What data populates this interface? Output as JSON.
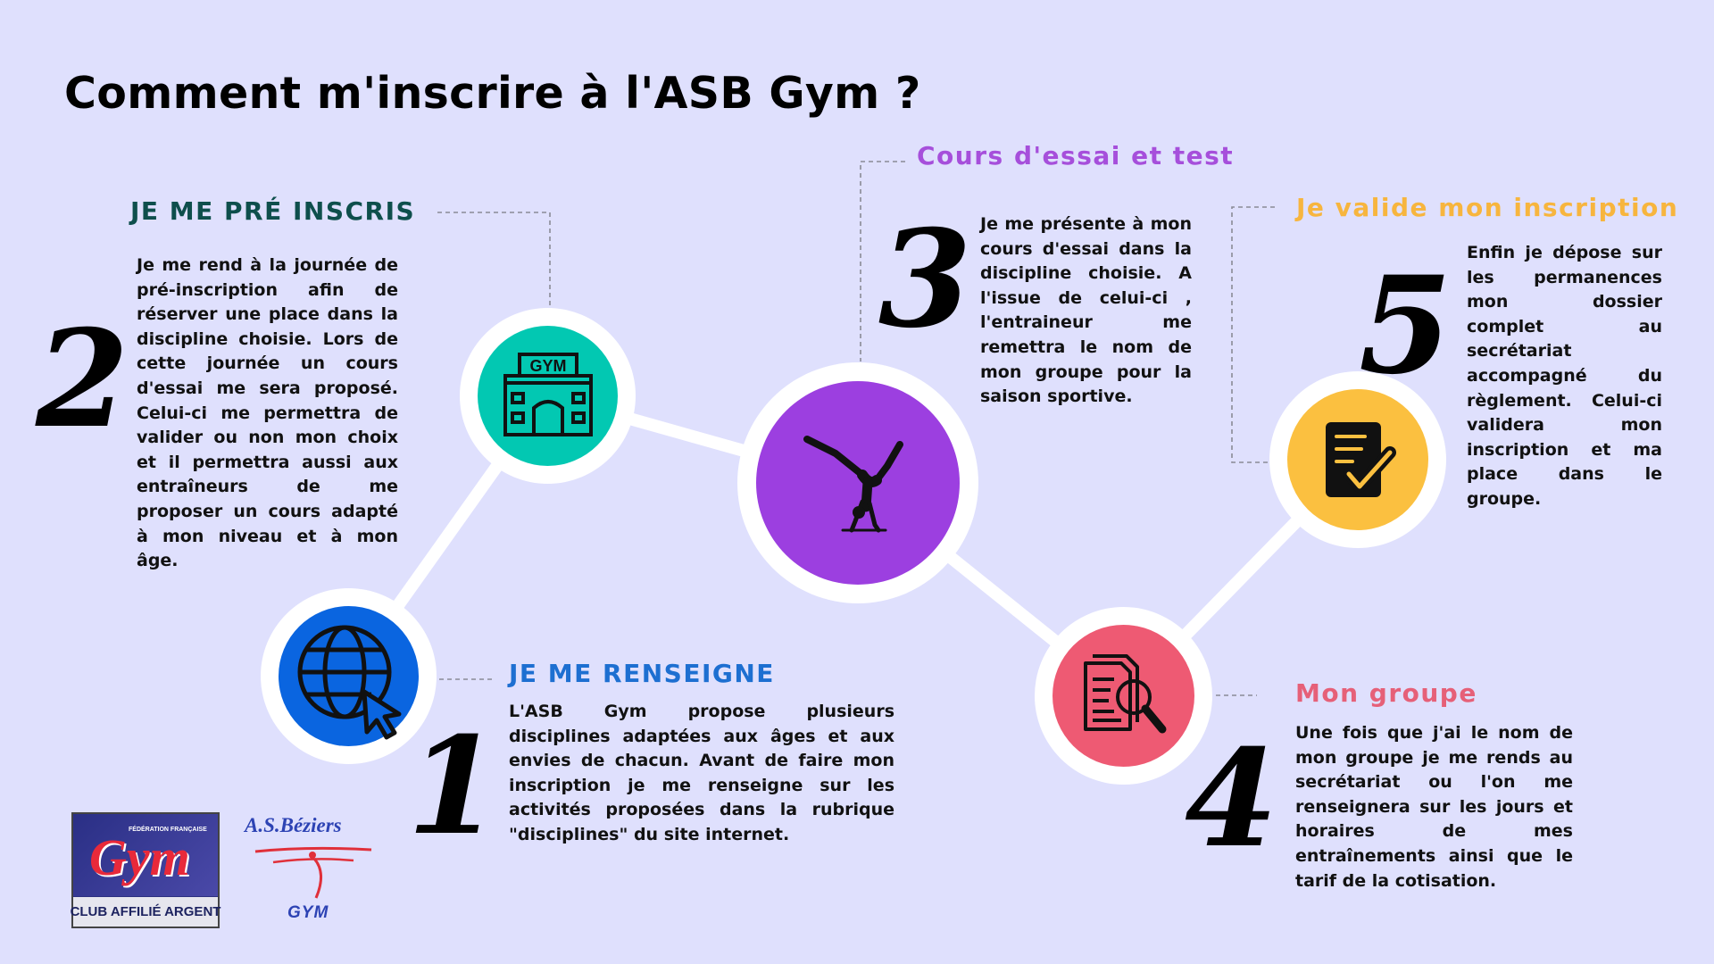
{
  "title": "Comment m'inscrire à l'ASB Gym ?",
  "steps": [
    {
      "number": "1",
      "heading": "JE ME RENSEIGNE",
      "color": "#1d6fd1",
      "text": "L'ASB Gym propose plusieurs disciplines adaptées aux âges et aux envies de chacun. Avant de faire mon inscription je me renseigne sur les activités proposées dans la rubrique \"disciplines\" du site internet.",
      "icon": "globe-cursor-icon",
      "icon_bg": "#0a65e0"
    },
    {
      "number": "2",
      "heading": "JE ME PRÉ INSCRIS",
      "color": "#0e4f4c",
      "text": "Je me rend à la journée de pré-inscription afin de réserver une place dans la discipline choisie. Lors de cette journée un cours d'essai me sera proposé. Celui-ci me permettra de valider ou non mon choix et il permettra aussi aux entraîneurs de me proposer un cours adapté à mon niveau et à mon âge.",
      "icon": "gym-building-icon",
      "icon_bg": "#02c8b2",
      "icon_label": "GYM"
    },
    {
      "number": "3",
      "heading": "Cours d'essai et test",
      "color": "#a64fdb",
      "text": "Je me présente à mon cours d'essai dans la discipline choisie. A l'issue de celui-ci , l'entraineur me remettra le nom de mon groupe pour la saison sportive.",
      "icon": "gymnast-handstand-icon",
      "icon_bg": "#9c3fe0"
    },
    {
      "number": "4",
      "heading": "Mon groupe",
      "color": "#e66078",
      "text": "Une fois que j'ai le nom de mon groupe je me rends au secrétariat ou l'on me renseignera sur les jours et horaires de mes entraînements ainsi que le tarif de la cotisation.",
      "icon": "document-search-icon",
      "icon_bg": "#ee5a73"
    },
    {
      "number": "5",
      "heading": "Je valide mon inscription",
      "color": "#f7b53e",
      "text": "Enfin je dépose sur les permanences mon dossier complet au secrétariat accompagné du règlement. Celui-ci validera mon inscription et ma place dans le groupe.",
      "icon": "checklist-icon",
      "icon_bg": "#fbc040"
    }
  ],
  "logos": {
    "ffg_top": "FÉDÉRATION FRANÇAISE",
    "ffg_main": "Gym",
    "ffg_bottom": "CLUB AFFILIÉ ARGENT",
    "asb_top": "A.S.Béziers",
    "asb_bottom": "GYM"
  }
}
